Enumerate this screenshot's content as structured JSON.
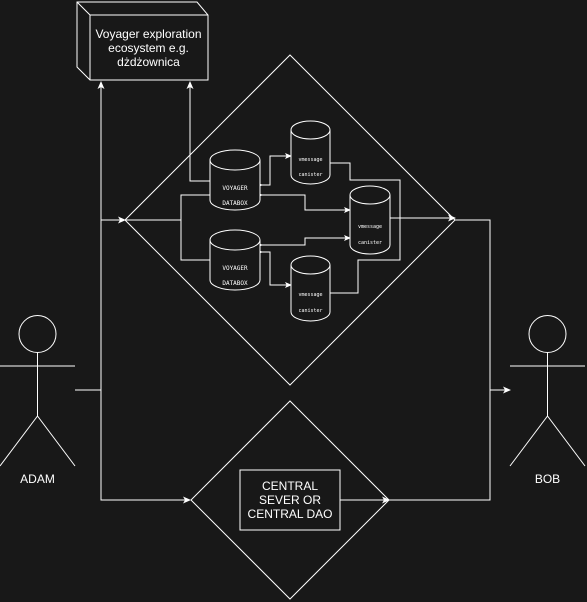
{
  "colors": {
    "background": "#181818",
    "stroke": "#ffffff",
    "fill": "#181818"
  },
  "ecosystem": {
    "line1": "Voyager exploration",
    "line2": "ecosystem e.g.",
    "line3": "dżdżownica"
  },
  "databox_top": {
    "line1": "VOYAGER",
    "line2": "DATABOX"
  },
  "databox_bottom": {
    "line1": "VOYAGER",
    "line2": "DATABOX"
  },
  "canister_top": {
    "line1": "vmessage",
    "line2": "canister"
  },
  "canister_mid": {
    "line1": "vmessage",
    "line2": "canister"
  },
  "canister_bottom": {
    "line1": "vmessage",
    "line2": "canister"
  },
  "central": {
    "line1": "CENTRAL",
    "line2": "SEVER OR",
    "line3": "CENTRAL DAO"
  },
  "actors": {
    "left": "ADAM",
    "right": "BOB"
  }
}
